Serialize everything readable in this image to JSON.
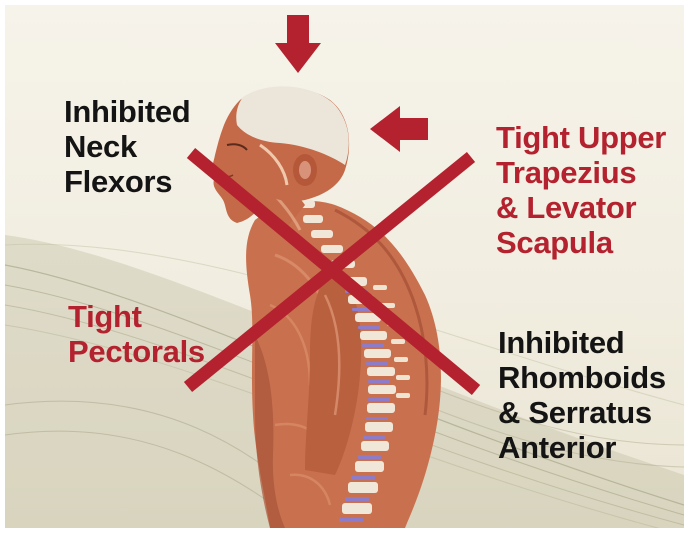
{
  "diagram": {
    "colors": {
      "accent_red": "#b3222e",
      "text_dark": "#141414",
      "background": "#f3efe4",
      "muscle": "#c9714f",
      "spine_disc": "#8e7cc8"
    },
    "icons": {
      "top_arrow": "arrow-down-icon",
      "side_arrow": "arrow-left-icon",
      "cross": "cross-mark-icon"
    },
    "labels": {
      "neck_flexors": [
        "Inhibited",
        "Neck",
        "Flexors"
      ],
      "upper_trapezius": [
        "Tight Upper",
        "Trapezius",
        "& Levator",
        "Scapula"
      ],
      "pectorals": [
        "Tight",
        "Pectorals"
      ],
      "rhomboids": [
        "Inhibited",
        "Rhomboids",
        "& Serratus",
        "Anterior"
      ]
    }
  }
}
